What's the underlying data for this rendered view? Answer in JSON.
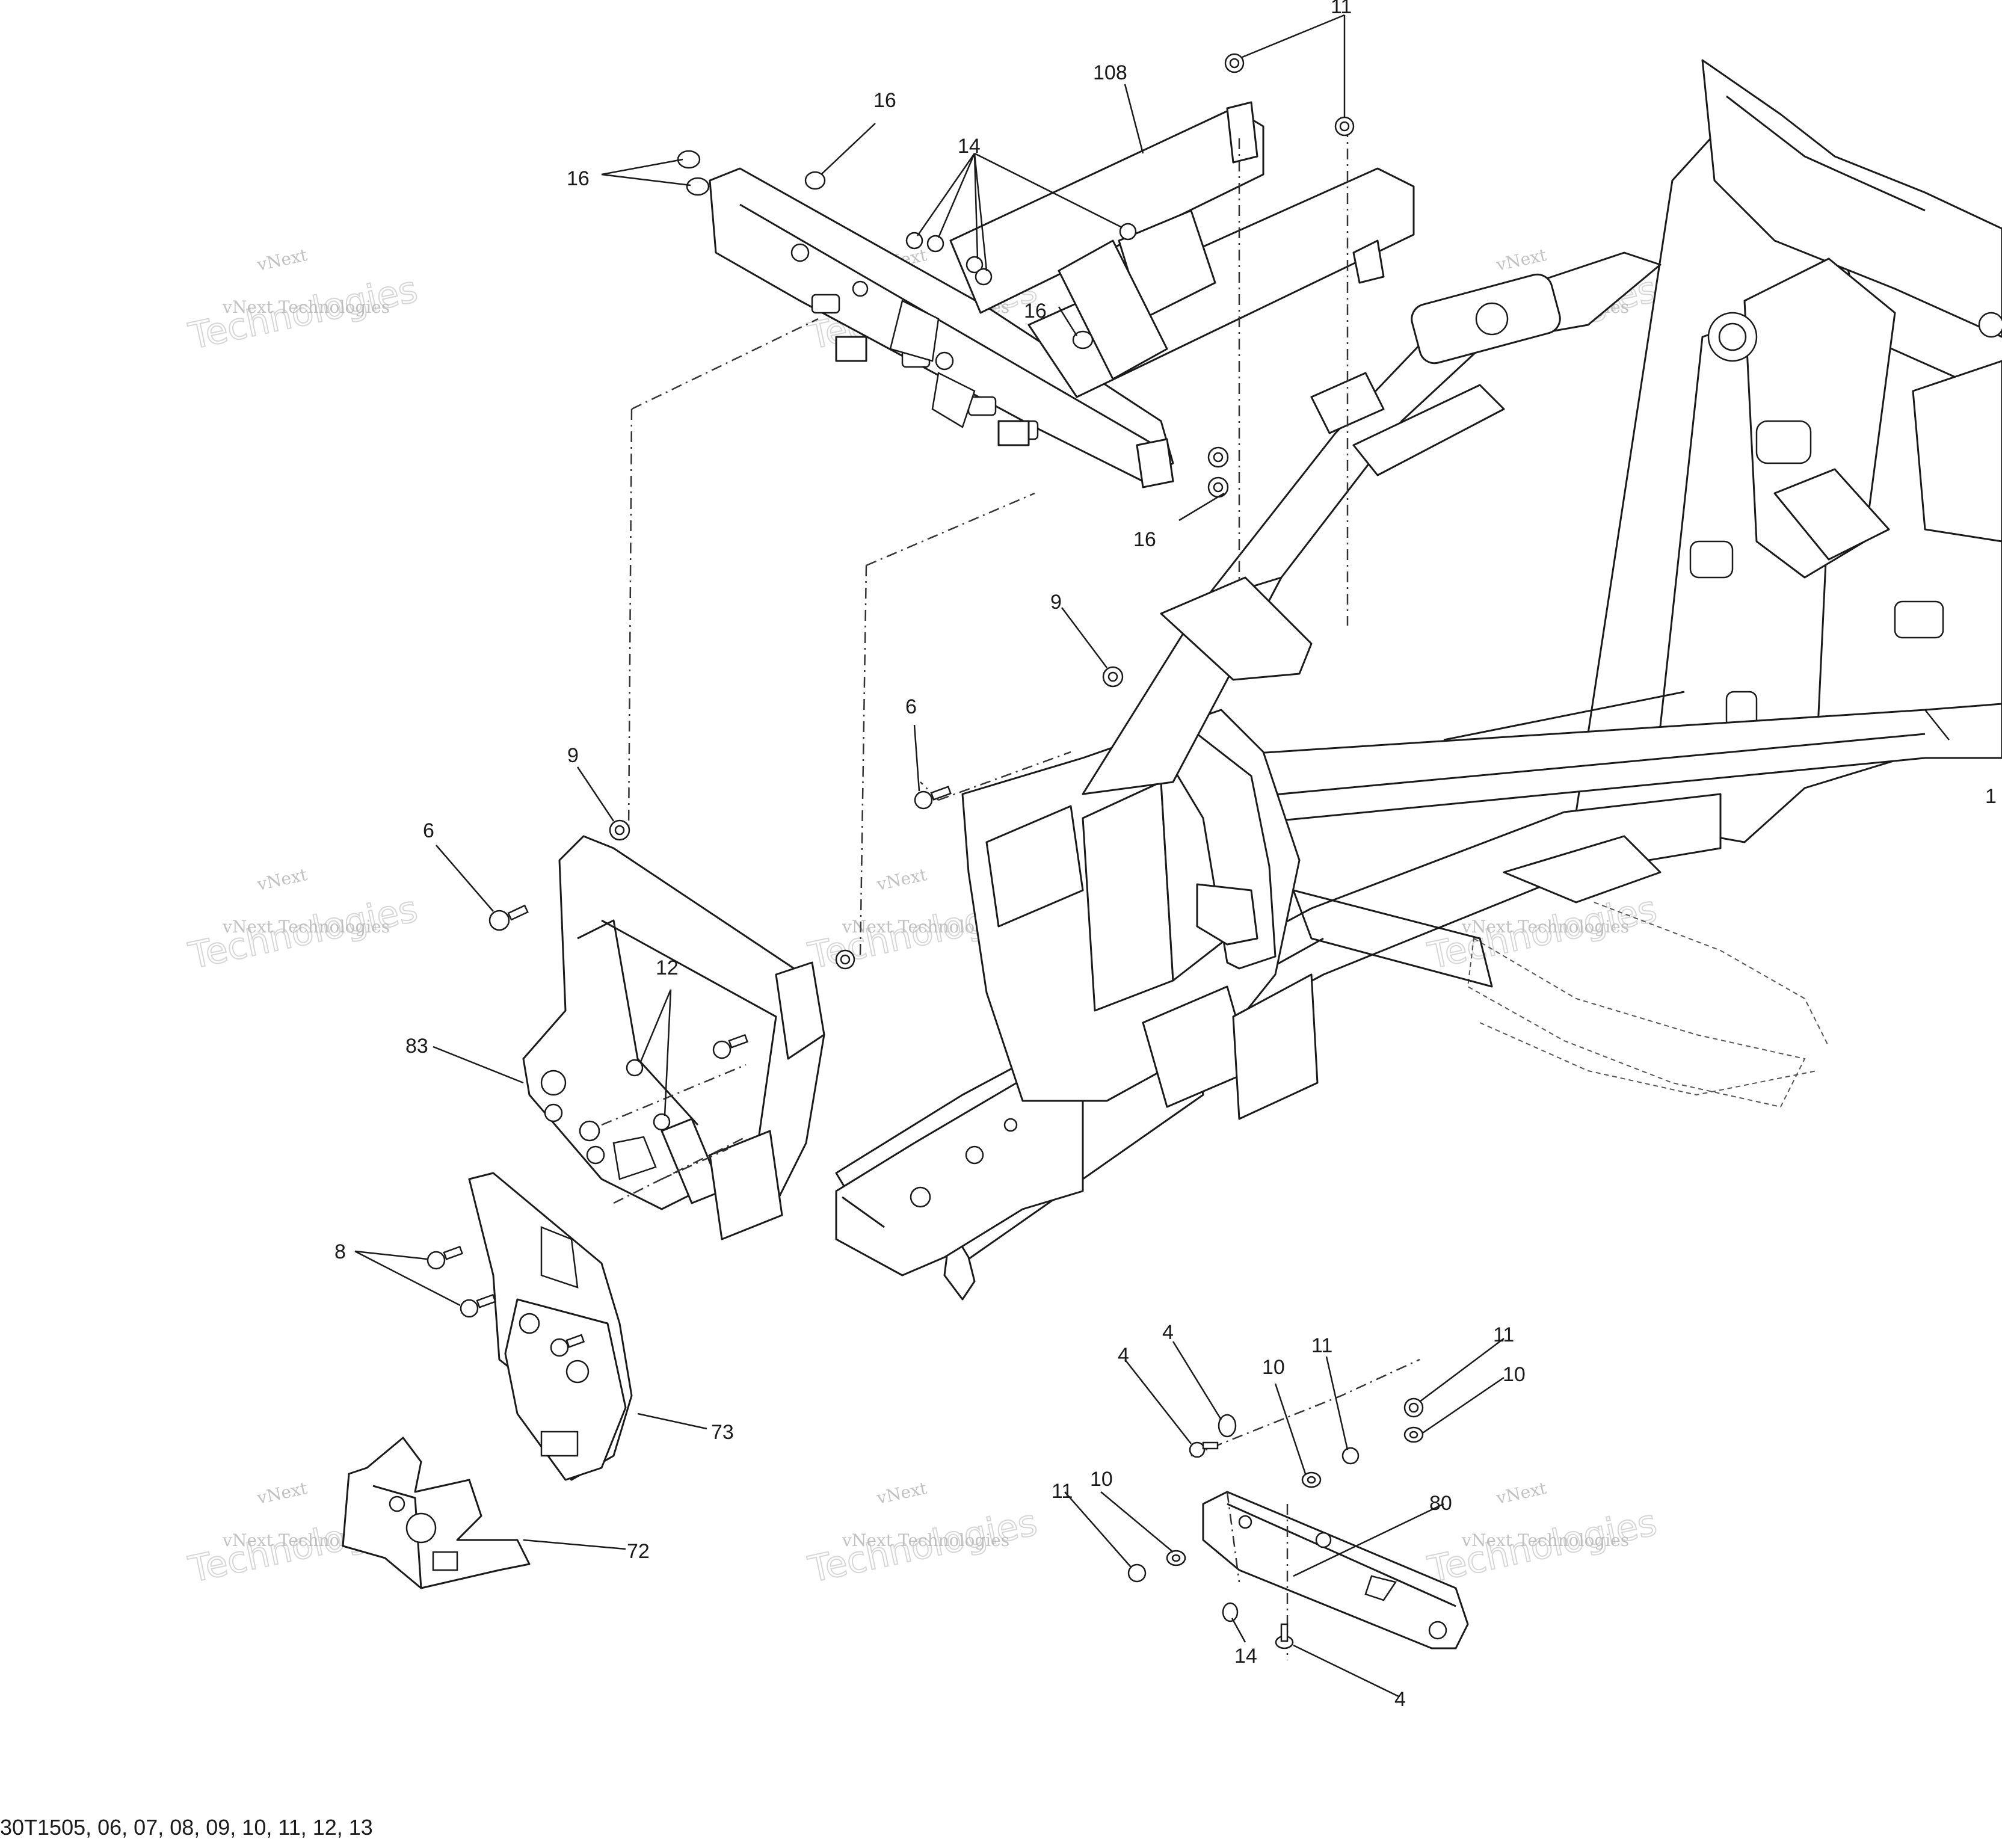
{
  "diagram": {
    "reference_code": "30T1505, 06, 07, 08, 09, 10, 11, 12, 13",
    "watermark_lines": [
      "vNext",
      "vNext Technologies",
      "Technologies"
    ],
    "callouts": [
      {
        "id": "c11a",
        "label": "11"
      },
      {
        "id": "c108",
        "label": "108"
      },
      {
        "id": "c16a",
        "label": "16"
      },
      {
        "id": "c16b",
        "label": "16"
      },
      {
        "id": "c14a",
        "label": "14"
      },
      {
        "id": "c16c",
        "label": "16"
      },
      {
        "id": "c16d",
        "label": "16"
      },
      {
        "id": "c9a",
        "label": "9"
      },
      {
        "id": "c6a",
        "label": "6"
      },
      {
        "id": "c9b",
        "label": "9"
      },
      {
        "id": "c6b",
        "label": "6"
      },
      {
        "id": "c12",
        "label": "12"
      },
      {
        "id": "c83",
        "label": "83"
      },
      {
        "id": "c8",
        "label": "8"
      },
      {
        "id": "c73",
        "label": "73"
      },
      {
        "id": "c72",
        "label": "72"
      },
      {
        "id": "c1",
        "label": "1"
      },
      {
        "id": "c4a",
        "label": "4"
      },
      {
        "id": "c4b",
        "label": "4"
      },
      {
        "id": "c10a",
        "label": "10"
      },
      {
        "id": "c11b",
        "label": "11"
      },
      {
        "id": "c11c",
        "label": "11"
      },
      {
        "id": "c10b",
        "label": "10"
      },
      {
        "id": "c11d",
        "label": "11"
      },
      {
        "id": "c10c",
        "label": "10"
      },
      {
        "id": "c80",
        "label": "80"
      },
      {
        "id": "c14b",
        "label": "14"
      },
      {
        "id": "c4c",
        "label": "4"
      }
    ]
  }
}
